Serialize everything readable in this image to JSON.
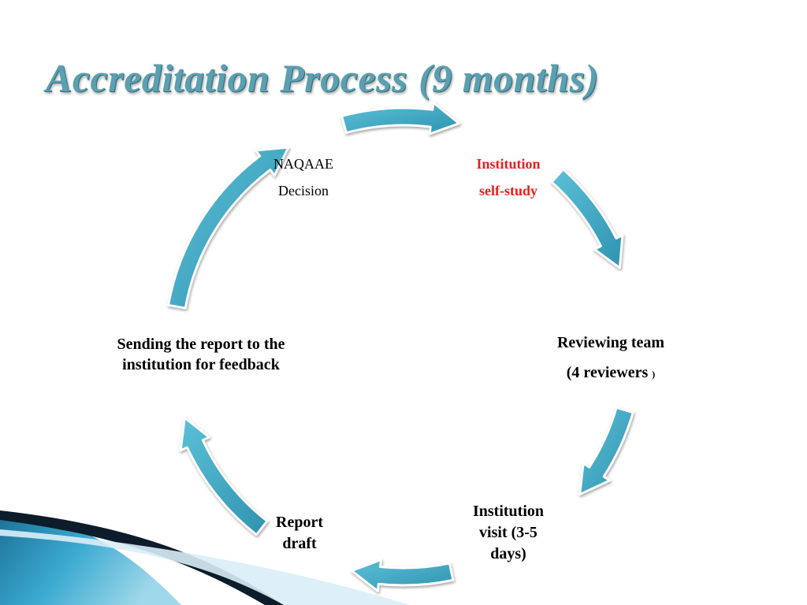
{
  "title": {
    "main": "Accreditation Process",
    "duration": "(9 months)"
  },
  "cycle": {
    "arrow_color": "#3aa4bf",
    "stages": [
      {
        "id": "naqaae-decision",
        "lines": [
          "NAQAAE",
          "Decision"
        ]
      },
      {
        "id": "institution-self-study",
        "lines": [
          "Institution",
          "self-study"
        ],
        "color": "#e41f1f"
      },
      {
        "id": "reviewing-team",
        "lines": [
          "Reviewing  team",
          "(4 reviewers"
        ],
        "note": ")"
      },
      {
        "id": "institution-visit",
        "lines": [
          "Institution",
          "visit (3-5",
          "days)"
        ]
      },
      {
        "id": "report-draft",
        "lines": [
          "Report",
          "draft"
        ]
      },
      {
        "id": "sending-report",
        "lines": [
          "Sending the report to the",
          "institution for feedback"
        ]
      }
    ]
  }
}
